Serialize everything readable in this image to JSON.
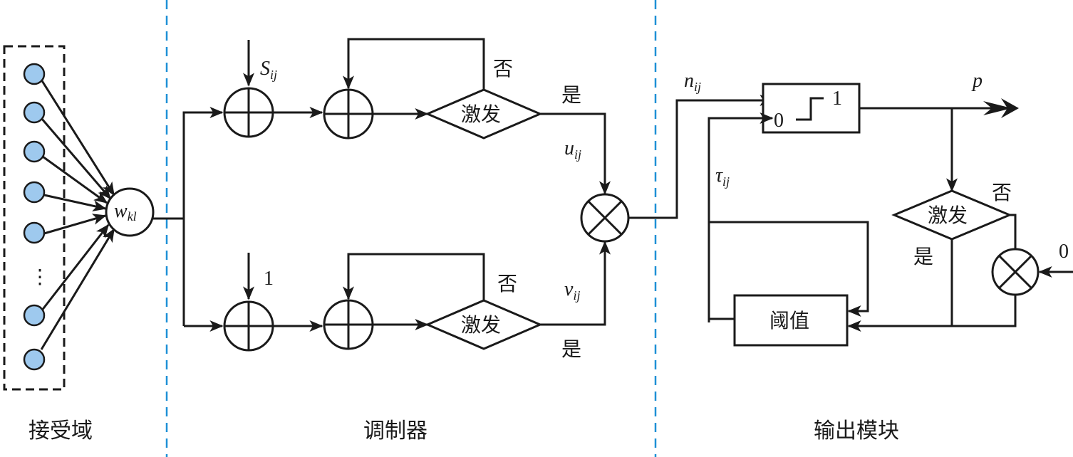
{
  "sections": {
    "receptive_field": "接受域",
    "modulator": "调制器",
    "output_module": "输出模块"
  },
  "receptive_field": {
    "input_count_visible": 7,
    "ellipsis": "⋮",
    "node_label": "w",
    "node_sub": "kl"
  },
  "modulator": {
    "top_branch": {
      "input_label": "S",
      "input_sub": "ij",
      "decision": "激发",
      "no_label": "否",
      "yes_label": "是",
      "output_label": "u",
      "output_sub": "ij"
    },
    "bottom_branch": {
      "input_label": "1",
      "decision": "激发",
      "no_label": "否",
      "yes_label": "是",
      "output_label": "v",
      "output_sub": "ij"
    }
  },
  "output_module": {
    "internal_label": "n",
    "internal_sub": "ij",
    "step_low": "0",
    "step_high": "1",
    "output_label": "p",
    "threshold_label": "τ",
    "threshold_sub": "ij",
    "decision": "激发",
    "no_label": "否",
    "yes_label": "是",
    "reset_input": "0",
    "threshold_box": "阈值"
  },
  "colors": {
    "separator": "#1e90d6",
    "input_node_fill": "#9ec9ee",
    "stroke": "#1a1a1a"
  }
}
